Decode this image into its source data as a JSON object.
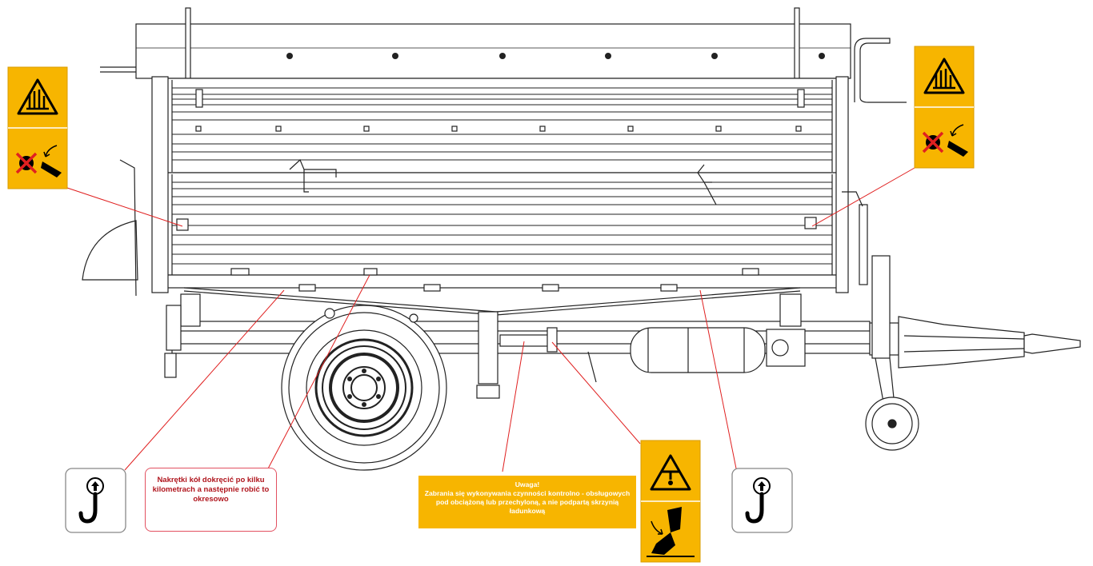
{
  "notes": {
    "wheel_nuts": "Nakrętki kół dokręcić po kilku kilometrach a następnie robić to okresowo",
    "warning_title": "Uwaga!",
    "warning_body": "Zabrania się wykonywania czynności kontrolno - obsługowych pod obciążoną lub przechyloną, a nie podpartą skrzynią ładunkową"
  },
  "icons": {
    "pictogram_left": "crush-hazard-warning-icon",
    "pictogram_right": "crush-hazard-warning-icon",
    "pictogram_bottom": "raised-body-support-warning-icon",
    "lifting_hook": "lifting-hook-icon"
  },
  "colors": {
    "warning_yellow": "#f7b500",
    "leader_line": "#e02020",
    "note_border": "#e25060",
    "drawing_line": "#222222"
  }
}
